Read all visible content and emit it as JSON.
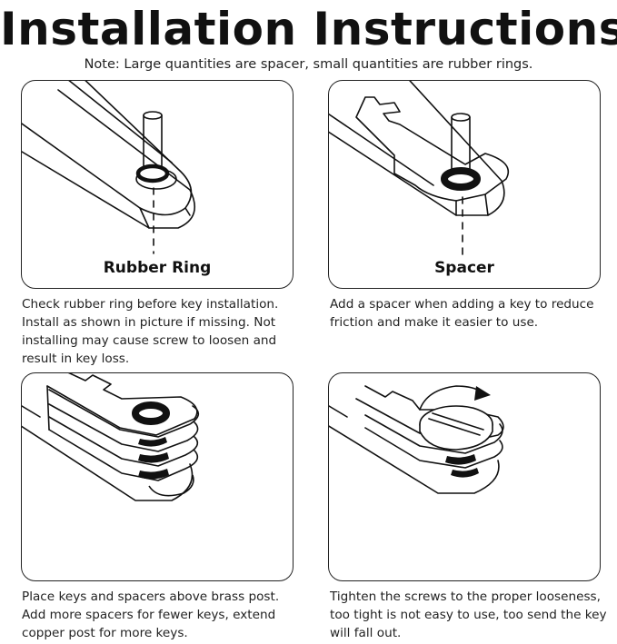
{
  "header": {
    "title": "Installation Instructions",
    "note": "Note: Large quantities are spacer, small quantities are rubber rings."
  },
  "steps": [
    {
      "label": "Rubber Ring",
      "caption_lines": [
        "Check rubber ring before key installation.",
        "Install as shown in picture if missing. Not",
        "installing may cause screw to loosen and",
        "result in key loss."
      ]
    },
    {
      "label": "Spacer",
      "caption_lines": [
        "Add a spacer when adding a key to reduce",
        "friction and make it easier to use."
      ]
    },
    {
      "label": "",
      "caption_lines": [
        "Place keys and spacers above brass post.",
        "Add more spacers for fewer keys, extend",
        "copper post for more keys."
      ]
    },
    {
      "label": "",
      "caption_lines": [
        "Tighten the screws to the proper looseness,",
        "too tight is not easy to use, too send the key",
        "will fall out."
      ]
    }
  ],
  "colors": {
    "ink": "#111111",
    "background": "#ffffff"
  }
}
